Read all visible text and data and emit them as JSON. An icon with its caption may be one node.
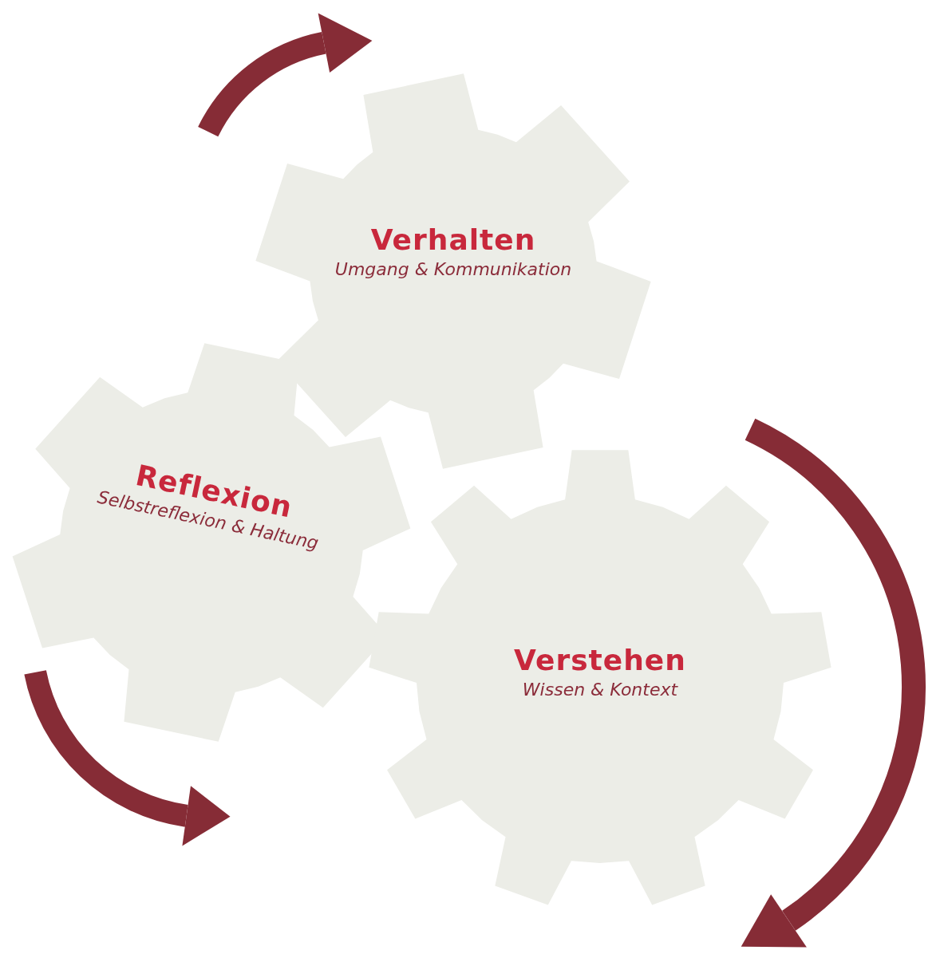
{
  "diagram": {
    "nodes": [
      {
        "text": [
          "Verhalten",
          "Umgang & Kommunikation"
        ]
      },
      {
        "text": [
          "Reflexion",
          "Selbstreflexion & Haltung"
        ]
      },
      {
        "text": [
          "Verstehen",
          "Wissen & Kontext"
        ]
      }
    ]
  }
}
